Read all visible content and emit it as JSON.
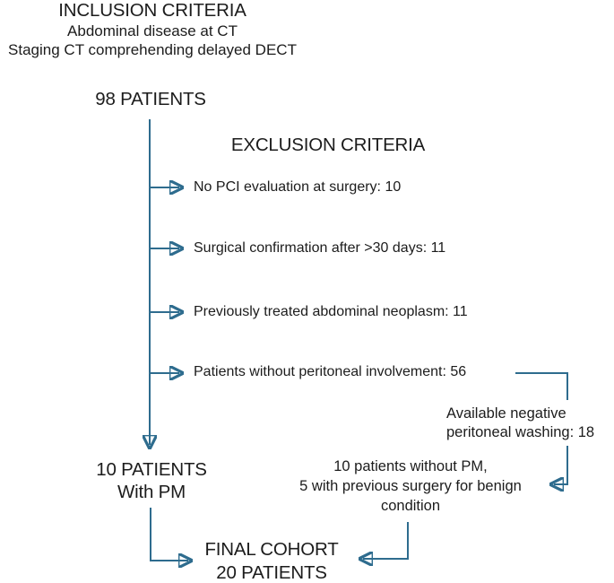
{
  "colors": {
    "line": "#2e6c8e",
    "text": "#1c1c1c",
    "background": "#ffffff"
  },
  "inclusion": {
    "title": "INCLUSION CRITERIA",
    "subtitle1": "Abdominal disease at CT",
    "subtitle2": "Staging CT comprehending delayed DECT"
  },
  "exclusion": {
    "title": "EXCLUSION CRITERIA",
    "items": [
      "No PCI evaluation at surgery: 10",
      "Surgical confirmation after >30 days: 11",
      "Previously treated abdominal neoplasm: 11",
      "Patients without peritoneal involvement: 56"
    ]
  },
  "side_branch": {
    "washing_line1": "Available negative",
    "washing_line2": "peritoneal washing: 18",
    "no_pm_line1": "10 patients without PM,",
    "no_pm_line2": "5 with previous surgery for benign",
    "no_pm_line3": "condition"
  },
  "nodes": {
    "start": "98 PATIENTS",
    "pm_line1": "10 PATIENTS",
    "pm_line2": "With PM",
    "final_line1": "FINAL COHORT",
    "final_line2": "20 PATIENTS"
  }
}
